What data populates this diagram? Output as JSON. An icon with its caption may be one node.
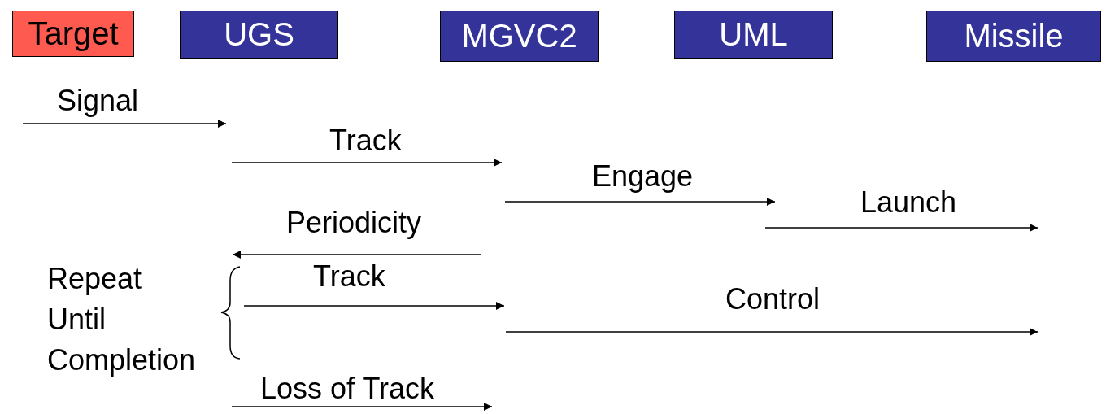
{
  "diagram": {
    "nodes": [
      {
        "text": [
          "Target"
        ]
      },
      {
        "text": [
          "UGS"
        ]
      },
      {
        "text": [
          "MGVC2"
        ]
      },
      {
        "text": [
          "UML"
        ]
      },
      {
        "text": [
          "Missile"
        ]
      }
    ],
    "labels": [
      "Signal",
      "Track",
      "Engage",
      "Launch",
      "Periodicity",
      "Track",
      "Control",
      "Repeat Until Completion",
      "Loss of Track"
    ]
  }
}
